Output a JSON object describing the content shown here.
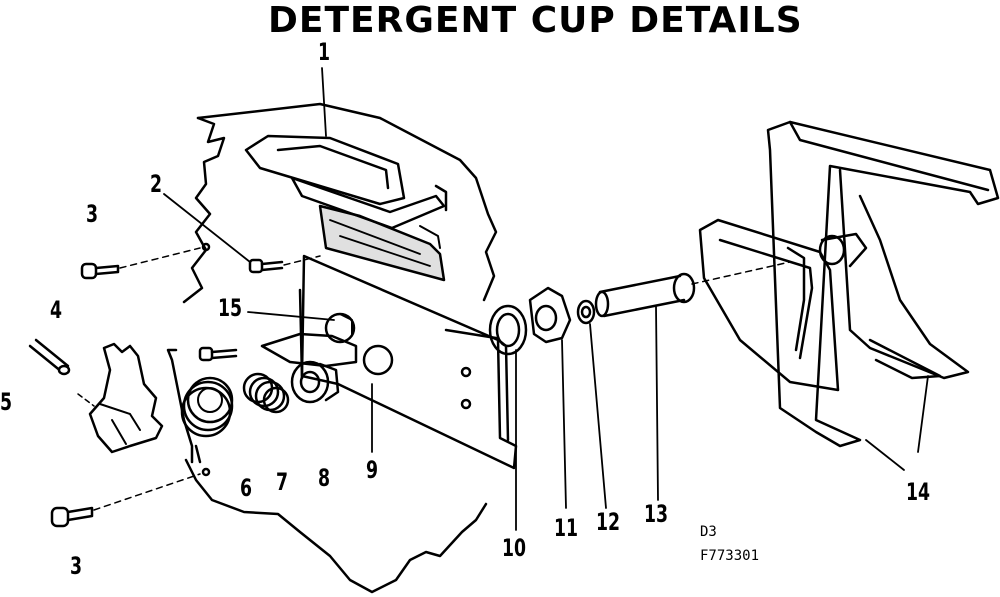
{
  "title": "DETERGENT CUP DETAILS",
  "callouts": {
    "c1": "1",
    "c2": "2",
    "c3a": "3",
    "c3b": "3",
    "c4": "4",
    "c5": "5",
    "c6": "6",
    "c7": "7",
    "c8": "8",
    "c9": "9",
    "c10": "10",
    "c11": "11",
    "c12": "12",
    "c13": "13",
    "c14": "14",
    "c15": "15"
  },
  "drawing_codes": {
    "code1": "D3",
    "code2": "F773301"
  }
}
